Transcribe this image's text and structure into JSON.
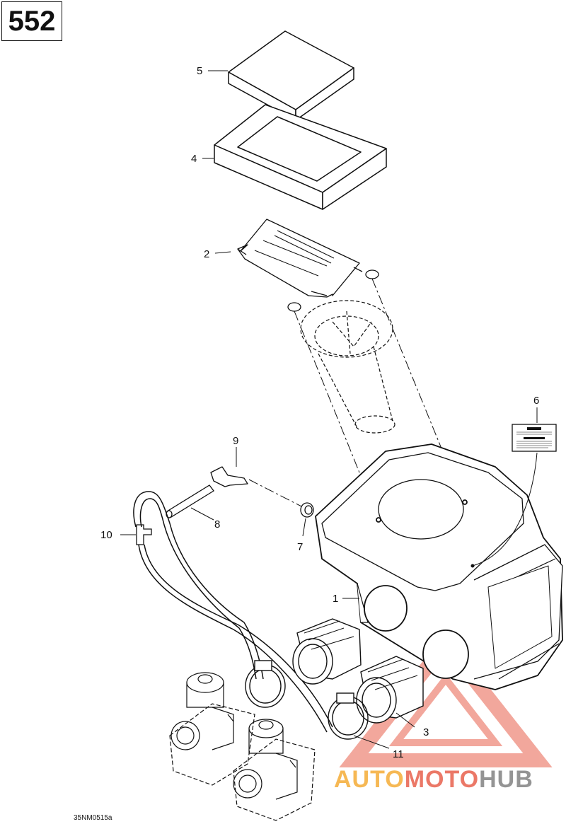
{
  "page_number": "552",
  "drawing_code": "35NM0515a",
  "callouts": [
    "1",
    "2",
    "3",
    "4",
    "5",
    "6",
    "7",
    "8",
    "9",
    "10",
    "11"
  ],
  "watermark": {
    "part1": "AUTO",
    "part2": "MOTO",
    "part3": "HUB",
    "color1": "#f5b041",
    "color2": "#e8604c",
    "color3": "#888888"
  }
}
